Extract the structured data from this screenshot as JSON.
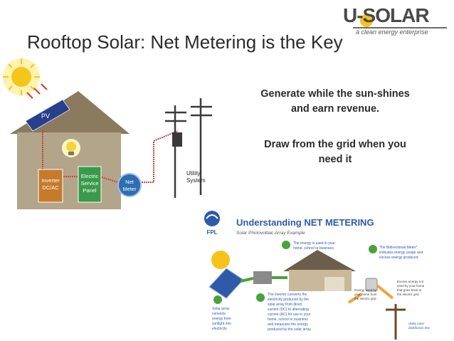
{
  "slide": {
    "title": "Rooftop Solar: Net Metering is the Key",
    "logo": {
      "name": "U-SOLAR",
      "tagline": "a clean energy enterprise"
    },
    "messages": {
      "generate_line1": "Generate while the sun-shines",
      "generate_line2": "and earn revenue.",
      "draw_line1": "Draw from the grid when you",
      "draw_line2": "need it"
    }
  },
  "house_diagram": {
    "pv": "PV",
    "inverter_line1": "Inverter",
    "inverter_line2": "DC/AC",
    "panel_line1": "Electric",
    "panel_line2": "Service",
    "panel_line3": "Panel",
    "meter_line1": "Net",
    "meter_line2": "Meter",
    "utility_line1": "Utility",
    "utility_line2": "System"
  },
  "fpl_diagram": {
    "brand": "FPL",
    "heading": "Understanding NET METERING",
    "subheading": "Solar Photovoltaic Array Example",
    "step1": [
      "Solar array",
      "converts",
      "energy from",
      "sunlight into",
      "electricity"
    ],
    "step2": [
      "The inverter converts the",
      "electricity produced by the",
      "solar array from direct",
      "current (DC) to alternating",
      "current (AC) for use in your",
      "home, school or business",
      "and measures the energy",
      "produced by the solar array"
    ],
    "step3": [
      "The energy is used in your",
      "home, school or business"
    ],
    "step4": [
      "The Bidirectional Meter*",
      "indicates energy usage and",
      "excess energy produced"
    ],
    "excess": [
      "Excess energy not",
      "used by your home",
      "that goes back to",
      "the electric grid"
    ],
    "from_grid": [
      "Energy used by",
      "your home from",
      "the electric grid"
    ],
    "pole": [
      "Utility pole/",
      "distribution line"
    ]
  },
  "colors": {
    "title": "#2b2b2b",
    "wall": "#b3a58a",
    "roof": "#8a7a5e",
    "inverter": "#c67b2b",
    "panel": "#3a9a4a",
    "meter": "#2e6db4",
    "fpl_blue": "#2e5aa8",
    "step_green": "#4aa33a"
  }
}
